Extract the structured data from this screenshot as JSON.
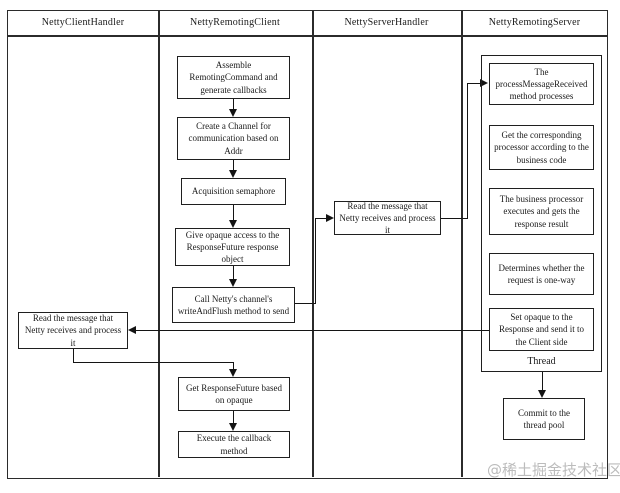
{
  "header": {
    "lanes": [
      "NettyClientHandler",
      "NettyRemotingClient",
      "NettyServerHandler",
      "NettyRemotingServer"
    ]
  },
  "client_handler": {
    "read_message": "Read the message that Netty receives and process it"
  },
  "remoting_client": {
    "assemble": "Assemble RemotingCommand and generate callbacks",
    "create_channel": "Create a Channel for communication based on Addr",
    "acquire_semaphore": "Acquisition semaphore",
    "give_opaque": "Give opaque access to the ResponseFuture response object",
    "write_and_flush": "Call Netty's channel's writeAndFlush method to send",
    "get_response_future": "Get ResponseFuture based on opaque",
    "execute_callback": "Execute the callback method"
  },
  "server_handler": {
    "read_message": "Read the message that Netty receives and process it"
  },
  "remoting_server": {
    "process_message": "The processMessageReceived method processes",
    "get_processor": "Get the corresponding processor according to the business code",
    "business_processor": "The business processor executes and gets the response result",
    "determine_oneway": "Determines whether the request is one-way",
    "set_opaque": "Set opaque to the Response and send it to the Client side",
    "thread_label": "Thread",
    "commit_thread_pool": "Commit to the thread pool"
  },
  "watermark": "@稀土掘金技术社区"
}
